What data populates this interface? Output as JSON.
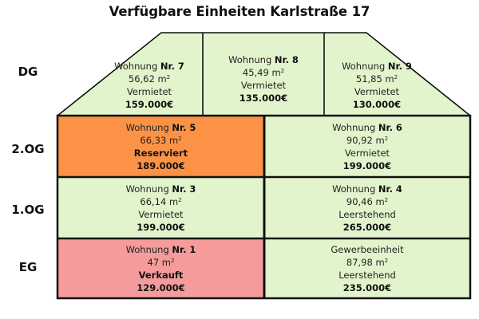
{
  "title": "Verfügbare Einheiten Karlstraße 17",
  "colors": {
    "available_green": "#e2f4cc",
    "reserved_orange": "#fb9246",
    "sold_red": "#f59b9b",
    "border": "#111111"
  },
  "floors": [
    {
      "label": "DG"
    },
    {
      "label": "2.OG"
    },
    {
      "label": "1.OG"
    },
    {
      "label": "EG"
    }
  ],
  "units": {
    "nr7": {
      "prefix": "Wohnung",
      "number": "Nr. 7",
      "area": "56,62 m",
      "area_unit_sup": "2",
      "status": "Vermietet",
      "price": "159.000€",
      "color": "#e2f4cc"
    },
    "nr8": {
      "prefix": "Wohnung",
      "number": "Nr. 8",
      "area": "45,49 m",
      "area_unit_sup": "2",
      "status": "Vermietet",
      "price": "135.000€",
      "color": "#e2f4cc"
    },
    "nr9": {
      "prefix": "Wohnung",
      "number": "Nr. 9",
      "area": "51,85 m",
      "area_unit_sup": "2",
      "status": "Vermietet",
      "price": "130.000€",
      "color": "#e2f4cc"
    },
    "nr5": {
      "prefix": "Wohnung",
      "number": "Nr. 5",
      "area": "66,33 m",
      "area_unit_sup": "2",
      "status": "Reserviert",
      "price": "189.000€",
      "color": "#fb9246"
    },
    "nr6": {
      "prefix": "Wohnung",
      "number": "Nr. 6",
      "area": "90,92 m",
      "area_unit_sup": "2",
      "status": "Vermietet",
      "price": "199.000€",
      "color": "#e2f4cc"
    },
    "nr3": {
      "prefix": "Wohnung",
      "number": "Nr. 3",
      "area": "66,14 m",
      "area_unit_sup": "2",
      "status": "Vermietet",
      "price": "199.000€",
      "color": "#e2f4cc"
    },
    "nr4": {
      "prefix": "Wohnung",
      "number": "Nr. 4",
      "area": "90,46 m",
      "area_unit_sup": "2",
      "status": "Leerstehend",
      "price": "265.000€",
      "color": "#e2f4cc"
    },
    "nr1": {
      "prefix": "Wohnung",
      "number": "Nr. 1",
      "area": "47 m",
      "area_unit_sup": "2",
      "status": "Verkauft",
      "price": "129.000€",
      "color": "#f59b9b"
    },
    "gewerbe": {
      "prefix": "Gewerbeeinheit",
      "number": "",
      "area": "87,98 m",
      "area_unit_sup": "2",
      "status": "Leerstehend",
      "price": "235.000€",
      "color": "#e2f4cc"
    }
  }
}
